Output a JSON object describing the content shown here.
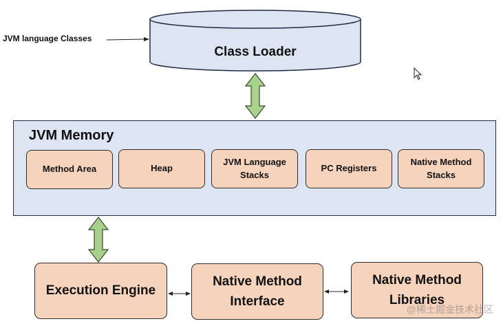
{
  "input_label": "JVM language Classes",
  "class_loader": "Class Loader",
  "memory": {
    "title": "JVM Memory",
    "areas": [
      "Method Area",
      "Heap",
      "JVM Language\nStacks",
      "PC Registers",
      "Native Method\nStacks"
    ]
  },
  "bottom": {
    "execution_engine": "Execution Engine",
    "native_interface": "Native Method\nInterface",
    "native_libraries": "Native Method\nLibraries"
  },
  "watermark": "@稀土掘金技术社区",
  "colors": {
    "cylinder_fill": "#dce5f1",
    "box_fill": "#f6d3bd",
    "arrow_green": "#a9d18e"
  }
}
